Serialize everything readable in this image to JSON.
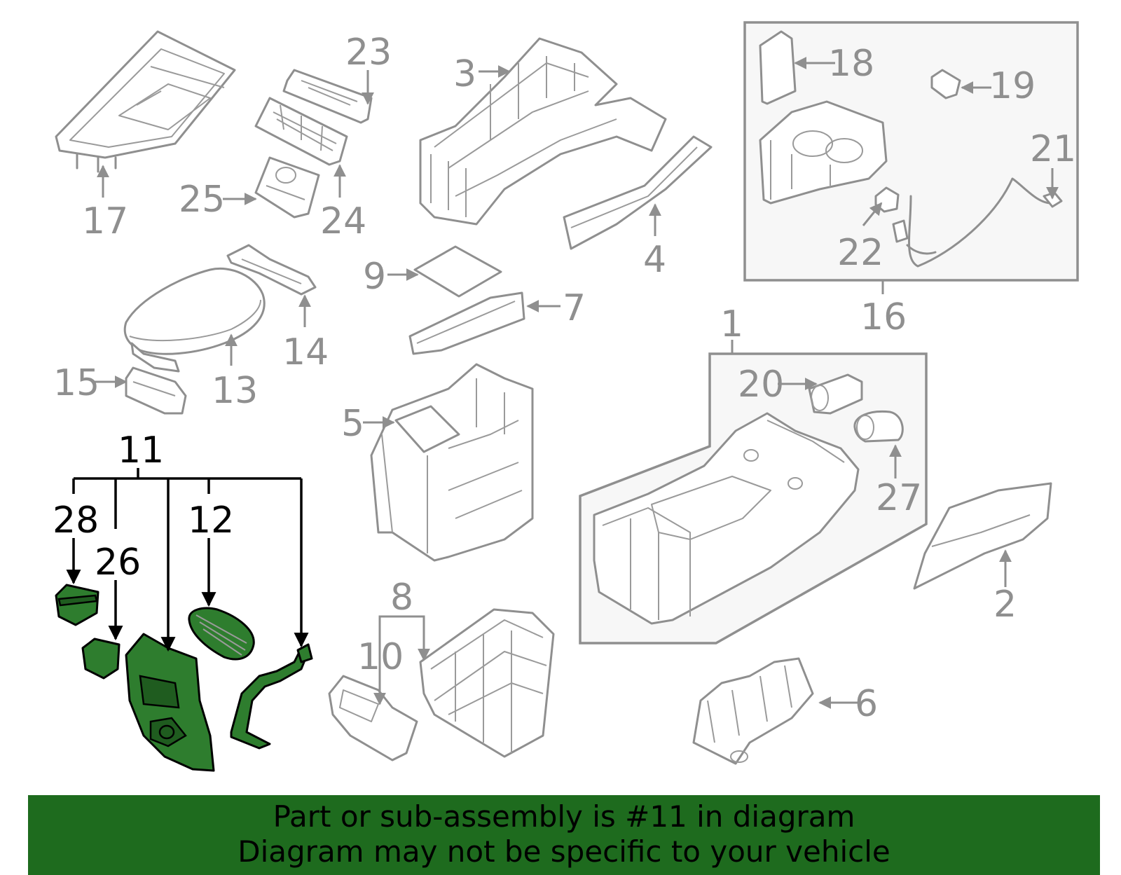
{
  "labels": {
    "l1": "1",
    "l2": "2",
    "l3": "3",
    "l4": "4",
    "l5": "5",
    "l6": "6",
    "l7": "7",
    "l8": "8",
    "l9": "9",
    "l10": "10",
    "l11": "11",
    "l12": "12",
    "l13": "13",
    "l14": "14",
    "l15": "15",
    "l16": "16",
    "l17": "17",
    "l18": "18",
    "l19": "19",
    "l20": "20",
    "l21": "21",
    "l22": "22",
    "l23": "23",
    "l24": "24",
    "l25": "25",
    "l26": "26",
    "l27": "27",
    "l28": "28"
  },
  "banner": {
    "line1": "Part or sub-assembly is #11 in diagram",
    "line2": "Diagram may not be specific to your vehicle"
  },
  "colors": {
    "highlight": "#2e7d2e",
    "banner_bg": "#1e6b1e",
    "line_gray": "#8f8f8f"
  }
}
